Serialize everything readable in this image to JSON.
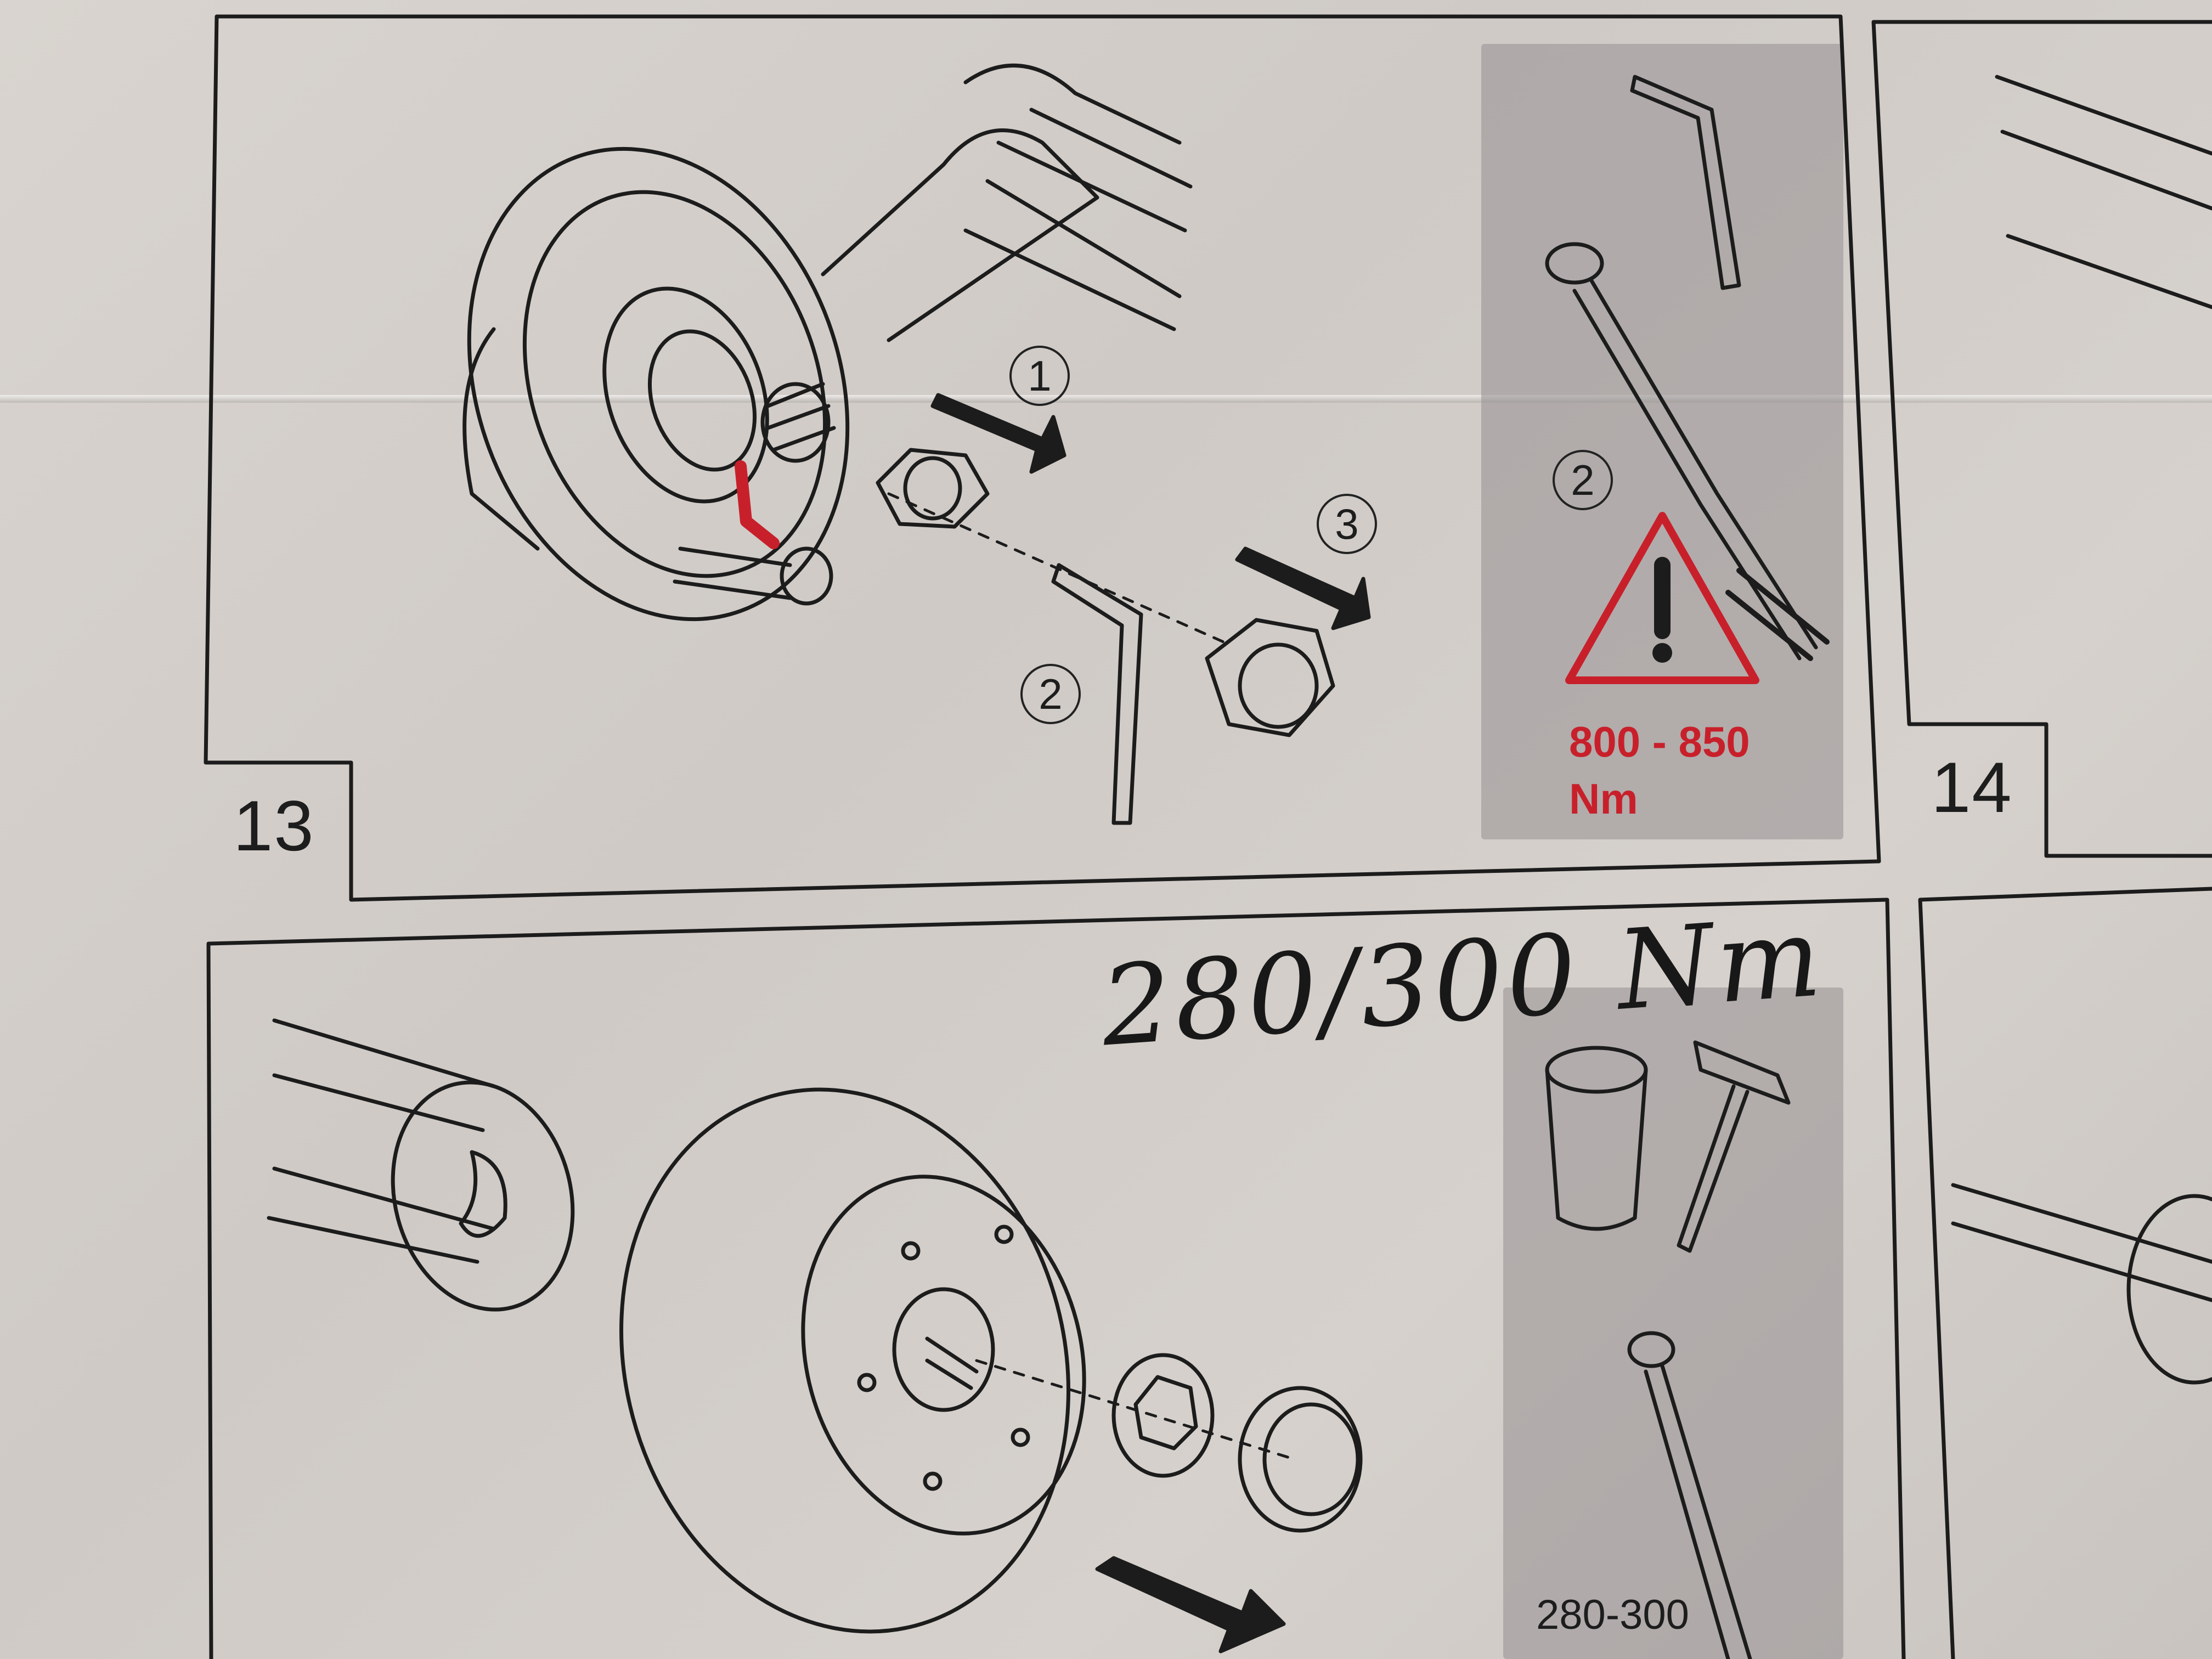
{
  "steps": [
    {
      "number": "13",
      "callouts": [
        "1",
        "2",
        "3"
      ],
      "torque_value": "800 - 850",
      "torque_unit": "Nm",
      "torque_callout": "2"
    },
    {
      "number": "14"
    }
  ],
  "lower_step": {
    "handwritten_note": "280/300 Nm",
    "torque_value": "280-300"
  },
  "colors": {
    "warning": "#c8202b",
    "ink": "#1d1d1d"
  },
  "icons": [
    "warning-triangle-icon",
    "torque-wrench-icon",
    "hex-key-icon",
    "socket-icon",
    "hammer-icon",
    "arrow-icon"
  ]
}
